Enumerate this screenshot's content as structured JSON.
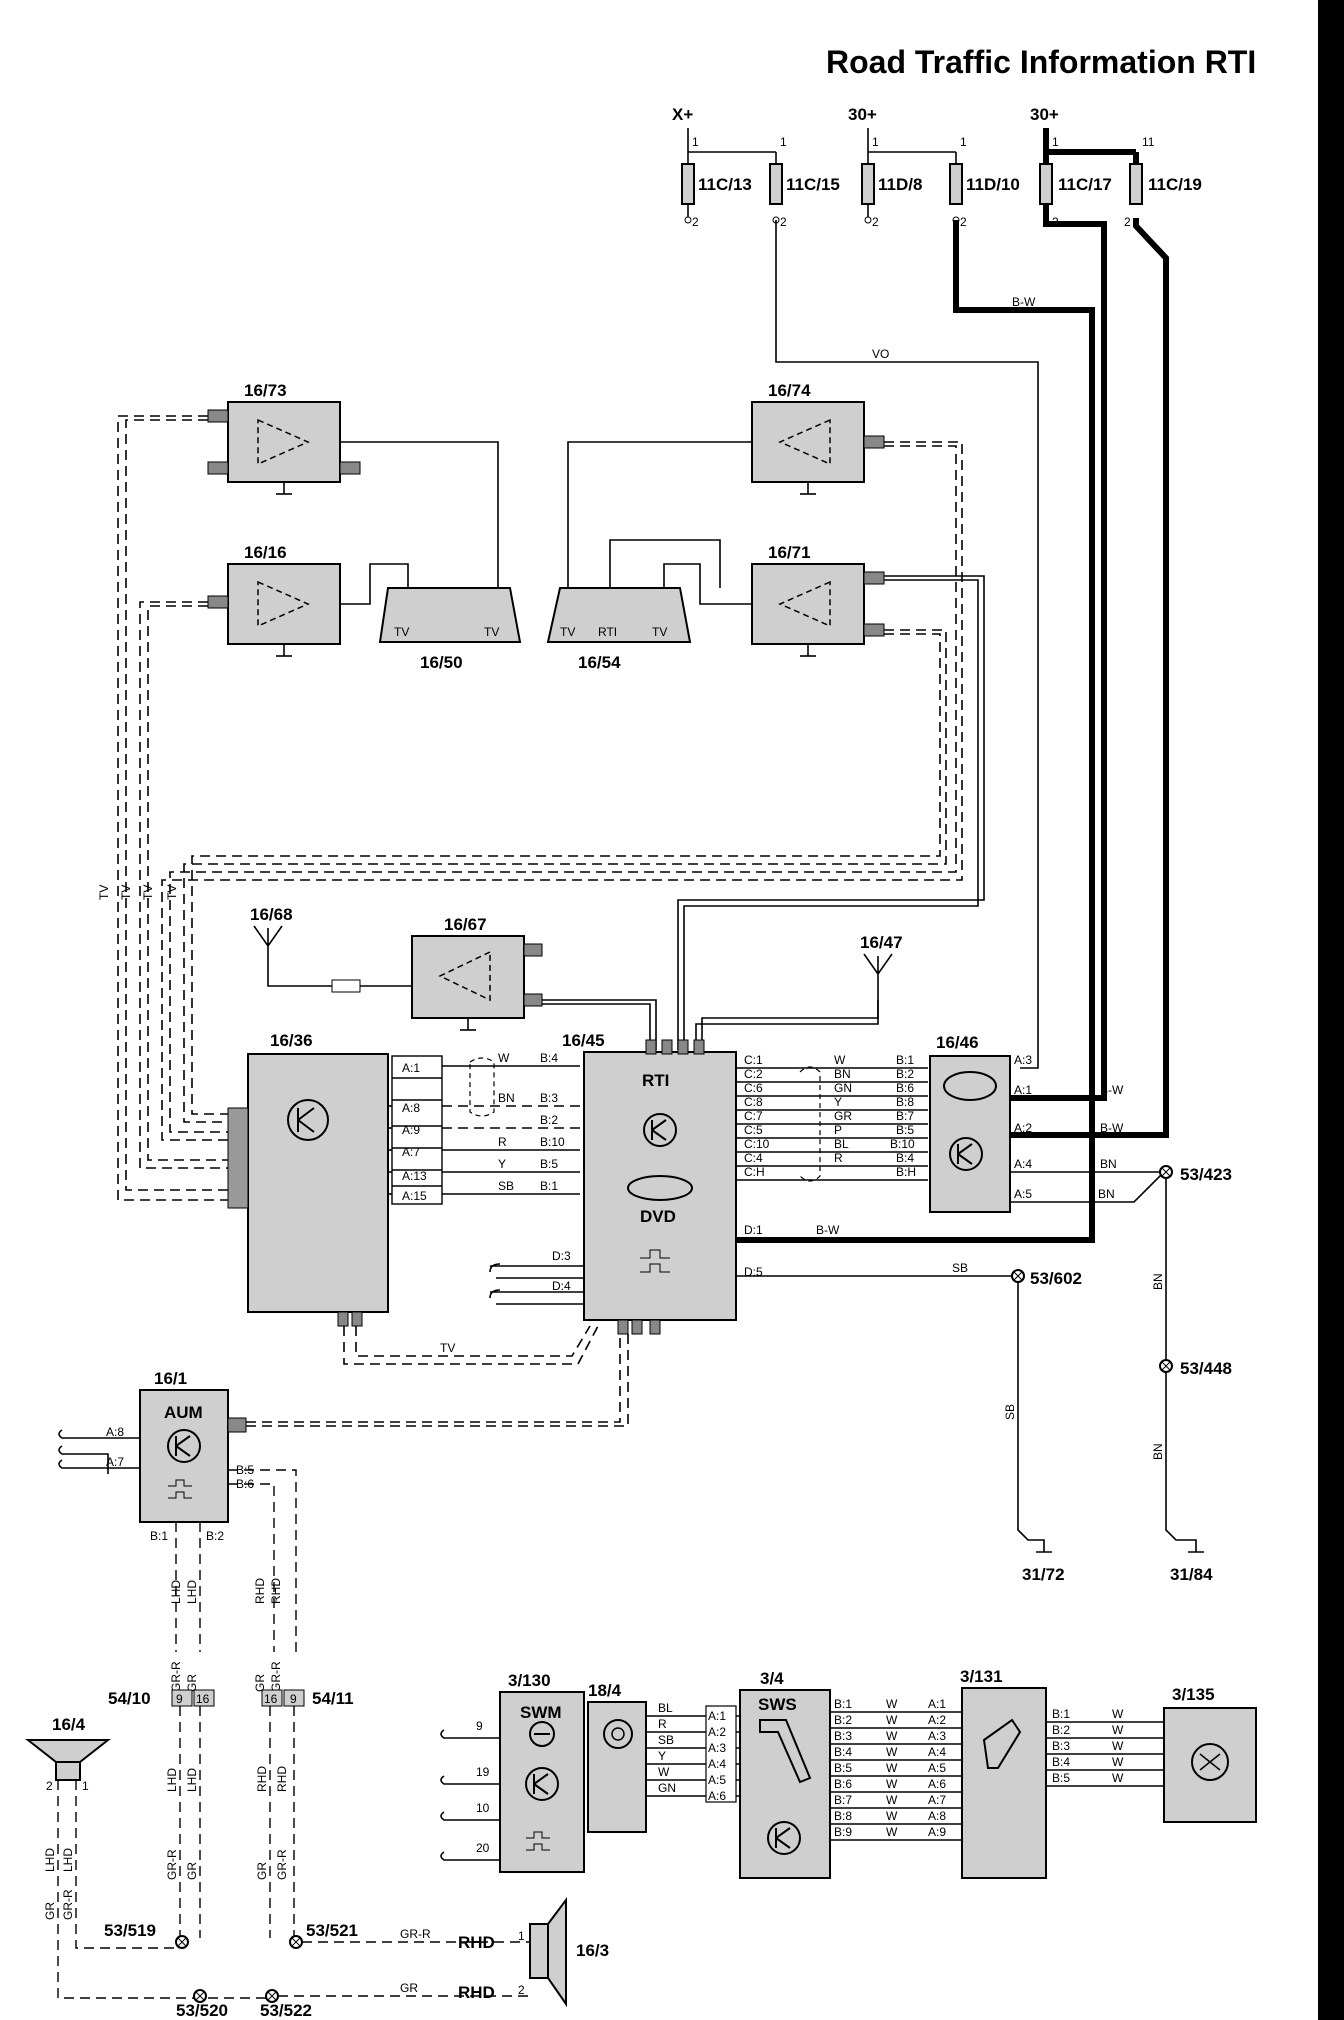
{
  "title": "Road Traffic Information RTI",
  "supply": {
    "xplus": "X+",
    "s30a": "30+",
    "s30b": "30+"
  },
  "fuses": [
    "11C/13",
    "11C/15",
    "11D/8",
    "11D/10",
    "11C/17",
    "11C/19"
  ],
  "fuse_pins": {
    "p1": "1",
    "p2": "2",
    "p11": "11"
  },
  "components": {
    "c16_73": "16/73",
    "c16_74": "16/74",
    "c16_16": "16/16",
    "c16_71": "16/71",
    "c16_50": "16/50",
    "c16_54": "16/54",
    "c16_68": "16/68",
    "c16_67": "16/67",
    "c16_47": "16/47",
    "c16_36": "16/36",
    "c16_45": "16/45",
    "c16_46": "16/46",
    "c16_1": "16/1",
    "c16_4": "16/4",
    "c16_3": "16/3",
    "c3_130": "3/130",
    "c18_4": "18/4",
    "c3_4": "3/4",
    "c3_131": "3/131",
    "c3_135": "3/135",
    "c54_10": "54/10",
    "c54_11": "54/11"
  },
  "grounds": {
    "g53_423": "53/423",
    "g53_602": "53/602",
    "g53_448": "53/448",
    "g31_72": "31/72",
    "g31_84": "31/84",
    "g53_519": "53/519",
    "g53_520": "53/520",
    "g53_521": "53/521",
    "g53_522": "53/522"
  },
  "module_text": {
    "rti": "RTI",
    "dvd": "DVD",
    "aum": "AUM",
    "swm": "SWM",
    "sws": "SWS",
    "tv": "TV",
    "rti_ant": "RTI"
  },
  "wire_colors": {
    "vo": "VO",
    "bw": "B-W",
    "bn": "BN",
    "sb": "SB",
    "tv": "TV",
    "grr": "GR-R",
    "gr": "GR",
    "lhd": "LHD",
    "rhd": "RHD"
  },
  "pins_36": [
    "A:1",
    "A:8",
    "A:9",
    "A:7",
    "A:13",
    "A:15"
  ],
  "wires_36_45": [
    "W",
    "BN",
    "R",
    "Y",
    "SB"
  ],
  "pins_45_left": [
    "B:4",
    "B:3",
    "B:2",
    "B:10",
    "B:5",
    "B:1"
  ],
  "pins_45_right": [
    "C:1",
    "C:2",
    "C:6",
    "C:8",
    "C:7",
    "C:5",
    "C:10",
    "C:4",
    "C:H"
  ],
  "wires_45_46": [
    "W",
    "BN",
    "GN",
    "Y",
    "GR",
    "P",
    "BL",
    "R"
  ],
  "pins_46_left": [
    "B:1",
    "B:2",
    "B:6",
    "B:8",
    "B:7",
    "B:5",
    "B:10",
    "B:4",
    "B:H"
  ],
  "pins_46_right": [
    "A:3",
    "A:1",
    "A:2",
    "A:4",
    "A:5"
  ],
  "pins_45_misc": [
    "D:1",
    "D:3",
    "D:4",
    "D:5"
  ],
  "pins_aum": [
    "A:8",
    "A:7",
    "B:5",
    "B:6",
    "B:1",
    "B:2"
  ],
  "conn_54": [
    "9",
    "16"
  ],
  "spk_pins": [
    "1",
    "2"
  ],
  "swm_pins": [
    "9",
    "19",
    "10",
    "20"
  ],
  "wires_184": [
    "BL",
    "R",
    "SB",
    "Y",
    "W",
    "GN"
  ],
  "pins_184": [
    "A:1",
    "A:2",
    "A:3",
    "A:4",
    "A:5",
    "A:6"
  ],
  "pins_sws": [
    "B:1",
    "B:2",
    "B:3",
    "B:4",
    "B:5",
    "B:6",
    "B:7",
    "B:8",
    "B:9"
  ],
  "pins_131_left": [
    "A:1",
    "A:2",
    "A:3",
    "A:4",
    "A:5",
    "A:6",
    "A:7",
    "A:8",
    "A:9"
  ],
  "pins_131_right": [
    "B:1",
    "B:2",
    "B:3",
    "B:4",
    "B:5"
  ],
  "wire_w": "W"
}
